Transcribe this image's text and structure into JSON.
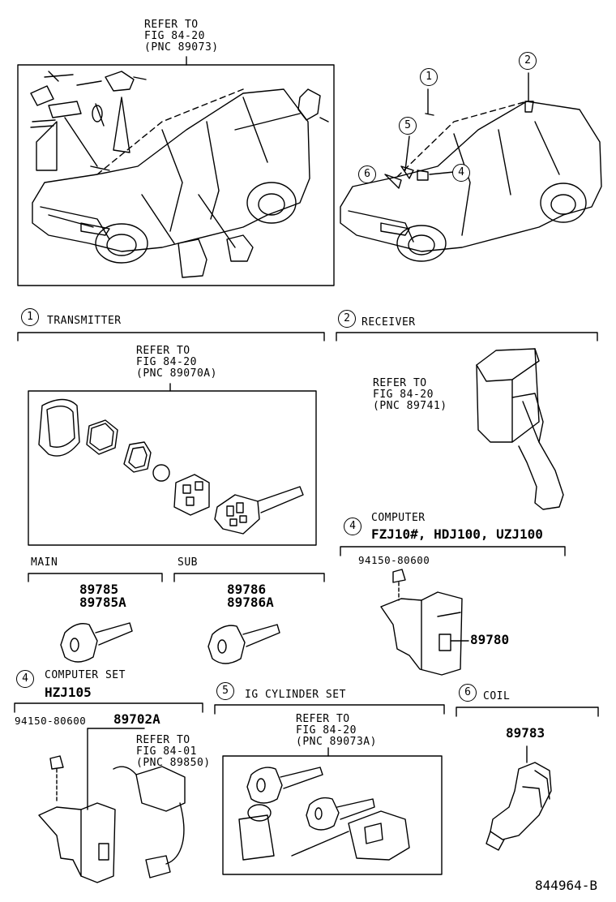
{
  "top_refer": {
    "l1": "REFER TO",
    "l2": "FIG 84-20",
    "l3": "(PNC 89073)"
  },
  "callouts": {
    "c1": "1",
    "c2": "2",
    "c4": "4",
    "c5": "5",
    "c6": "6"
  },
  "sections": {
    "transmitter": {
      "num": "1",
      "title": "TRANSMITTER",
      "refer": {
        "l1": "REFER TO",
        "l2": "FIG 84-20",
        "l3": "(PNC 89070A)"
      }
    },
    "receiver": {
      "num": "2",
      "title": "RECEIVER",
      "refer": {
        "l1": "REFER TO",
        "l2": "FIG 84-20",
        "l3": "(PNC 89741)"
      }
    },
    "main": {
      "title": "MAIN",
      "pn1": "89785",
      "pn2": "89785A"
    },
    "sub": {
      "title": "SUB",
      "pn1": "89786",
      "pn2": "89786A"
    },
    "computer": {
      "num": "4",
      "title": "COMPUTER",
      "models": "FZJ10#, HDJ100, UZJ100",
      "bolt": "94150-80600",
      "pn": "89780"
    },
    "computer_set": {
      "num": "4",
      "title": "COMPUTER SET",
      "model": "HZJ105",
      "bolt": "94150-80600",
      "pn": "89702A",
      "refer": {
        "l1": "REFER TO",
        "l2": "FIG 84-01",
        "l3": "(PNC 89850)"
      }
    },
    "ig_cylinder": {
      "num": "5",
      "title": "IG CYLINDER SET",
      "refer": {
        "l1": "REFER TO",
        "l2": "FIG 84-20",
        "l3": "(PNC 89073A)"
      }
    },
    "coil": {
      "num": "6",
      "title": "COIL",
      "pn": "89783"
    }
  },
  "figure_id": "844964-B"
}
